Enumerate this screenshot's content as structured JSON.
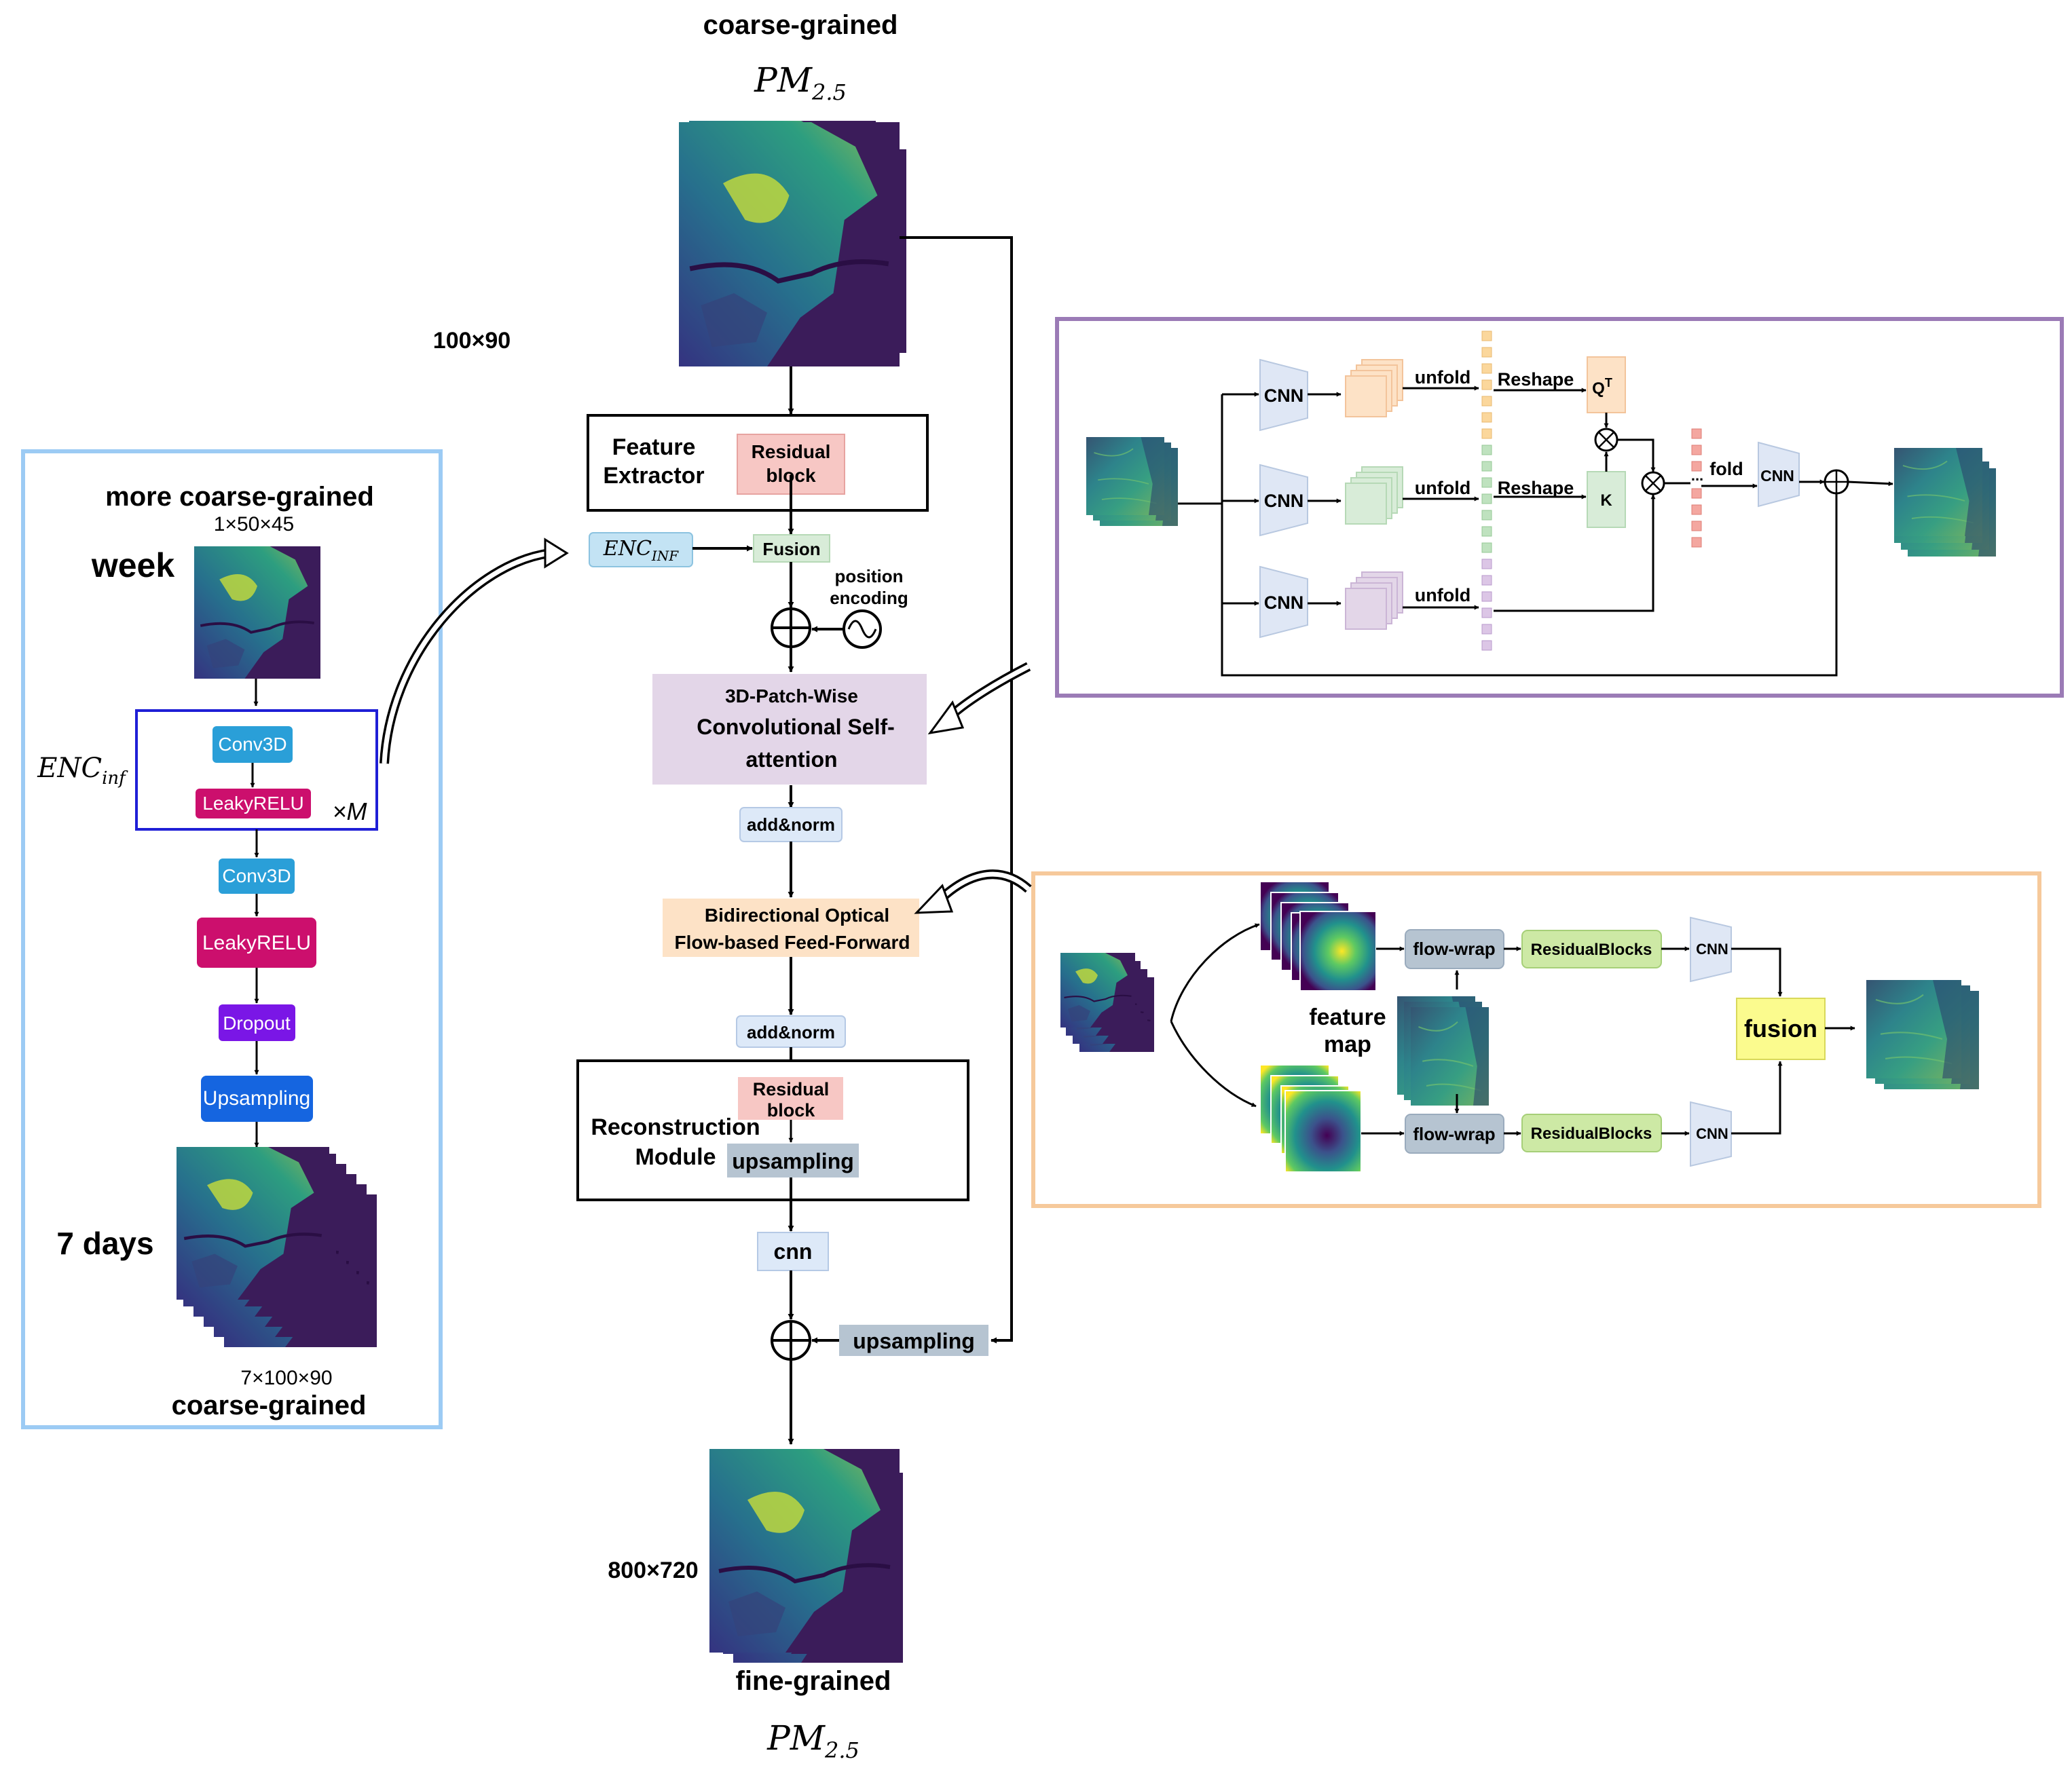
{
  "main": {
    "top_title": "coarse-grained",
    "top_pm_base": "PM",
    "top_pm_sub": "2.5",
    "input_size": "100×90",
    "feature_extractor_line1": "Feature",
    "feature_extractor_line2": "Extractor",
    "residual_block_line1": "Residual",
    "residual_block_line2": "block",
    "enc_inf_base": "ENC",
    "enc_inf_sub": "INF",
    "fusion": "Fusion",
    "position_encoding_line1": "position",
    "position_encoding_line2": "encoding",
    "attention_line1": "3D-Patch-Wise",
    "attention_line2": "Convolutional Self-",
    "attention_line3": "attention",
    "add_norm_1": "add&norm",
    "feed_forward_line1": "Bidirectional Optical",
    "feed_forward_line2": "Flow-based Feed-Forward",
    "add_norm_2": "add&norm",
    "reconstruction_line1": "Reconstruction",
    "reconstruction_line2": "Module",
    "recon_residual_line1": "Residual",
    "recon_residual_line2": "block",
    "recon_upsampling": "upsampling",
    "cnn": "cnn",
    "skip_upsampling": "upsampling",
    "output_size": "800×720",
    "bottom_title": "fine-grained",
    "bottom_pm_base": "PM",
    "bottom_pm_sub": "2.5"
  },
  "left_panel": {
    "title": "more coarse-grained",
    "dims_top": "1×50×45",
    "week": "week",
    "enc_base": "ENC",
    "enc_sub": "inf",
    "conv3d_inner": "Conv3D",
    "leaky_inner": "LeakyRELU",
    "times_m": "×M",
    "conv3d": "Conv3D",
    "leaky": "LeakyRELU",
    "dropout": "Dropout",
    "upsampling": "Upsampling",
    "seven_days": "7 days",
    "dims_bottom": "7×100×90",
    "bottom_title": "coarse-grained"
  },
  "attention_panel": {
    "cnn_1": "CNN",
    "cnn_2": "CNN",
    "cnn_3": "CNN",
    "unfold_1": "unfold",
    "unfold_2": "unfold",
    "unfold_3": "unfold",
    "reshape_1": "Reshape",
    "reshape_2": "Reshape",
    "q": "Q",
    "q_sup": "T",
    "k": "K",
    "dots": "...",
    "fold": "fold",
    "cnn_out": "CNN"
  },
  "flow_panel": {
    "feature_map_line1": "feature",
    "feature_map_line2": "map",
    "flow_wrap_1": "flow-wrap",
    "flow_wrap_2": "flow-wrap",
    "residual_blocks_1": "ResidualBlocks",
    "residual_blocks_2": "ResidualBlocks",
    "cnn_1": "CNN",
    "cnn_2": "CNN",
    "fusion": "fusion"
  },
  "colors": {
    "left_panel_border": "#9ccbf4",
    "attention_panel_border": "#9b7bb6",
    "flow_panel_border": "#f6c99b",
    "enc_box": "#c3e3f4",
    "fusion_box": "#d8ecd8",
    "residual_box": "#f7c7c4",
    "attention_box": "#e3d6e8",
    "add_norm_box": "#dde9f8",
    "feed_forward_box": "#fde2c6",
    "upsampling_box": "#b6c4d1",
    "conv3d": "#2a9fd8",
    "leaky": "#cc0f6d",
    "dropout": "#7a16e6",
    "upsampling_left": "#1565e0",
    "fusion_yellow": "#fbfb8e",
    "residual_green": "#cde9a5",
    "viridis_dark": "#3b1c5a",
    "viridis_mid": "#2a8d88",
    "viridis_light": "#e4e32b"
  }
}
